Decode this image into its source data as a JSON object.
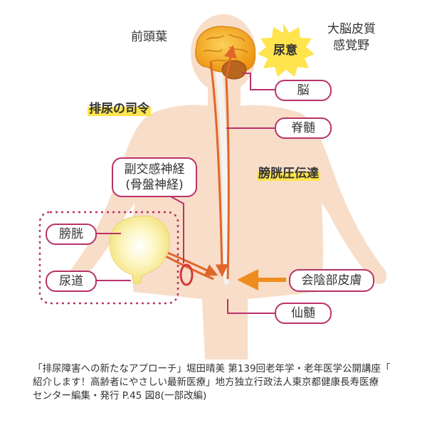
{
  "labels": {
    "frontal_lobe": "前頭葉",
    "cortex_line1": "大脳皮質",
    "cortex_line2": "感覚野",
    "urge": "尿意",
    "urination_command": "排尿の司令",
    "bladder_pressure": "膀胱圧伝達",
    "brain": "脳",
    "spinal_cord": "脊髄",
    "parasympathetic_line1": "副交感神経",
    "parasympathetic_line2": "(骨盤神経)",
    "bladder": "膀胱",
    "urethra": "尿道",
    "perineal_skin": "会陰部皮膚",
    "sacral_cord": "仙髄"
  },
  "caption": {
    "line1": "「排尿障害への新たなアプローチ」堀田晴美 第139回老年学・老年医学公開講座「",
    "line2": "紹介します！高齢者にやさしい最新医療」地方独立行政法人東京都健康長寿医療",
    "line3": "センター編集・発行 P.45 図8(一部改編)"
  },
  "colors": {
    "body": "#f8ddc8",
    "spine": "#f6f3ee",
    "nerve": "#e0662c",
    "box_border": "#b8336a",
    "highlight": "#ffe44d",
    "brain": "#f5a623",
    "bladder": "#fbf29a",
    "perineal_arrow": "#f08c1e"
  }
}
